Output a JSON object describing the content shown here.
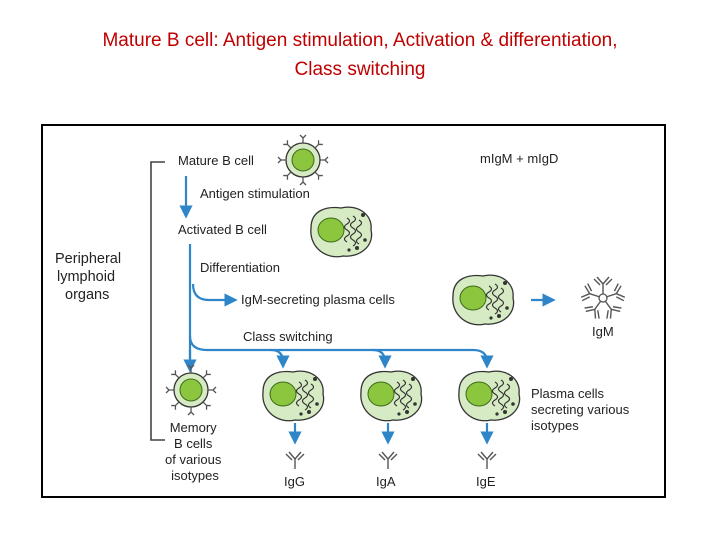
{
  "title": {
    "line1": "Mature B cell: Antigen stimulation, Activation & differentiation,",
    "line2": "Class switching"
  },
  "diagram": {
    "region_label": [
      "Peripheral",
      "lymphoid",
      "organs"
    ],
    "mature_b_cell": "Mature B cell",
    "membrane_ig": "mIgM + mIgD",
    "antigen_stimulation": "Antigen stimulation",
    "activated_b_cell": "Activated B cell",
    "differentiation": "Differentiation",
    "igm_plasma_cells": "IgM-secreting plasma cells",
    "igm": "IgM",
    "class_switching": "Class switching",
    "memory_b_cells": [
      "Memory",
      "B cells",
      "of various",
      "isotypes"
    ],
    "plasma_cells_various": [
      "Plasma cells",
      "secreting various",
      "isotypes"
    ],
    "igg": "IgG",
    "iga": "IgA",
    "ige": "IgE",
    "colors": {
      "arrow": "#2e86c9",
      "cell_fill": "#d6ebc4",
      "nucleus": "#8cc63f",
      "title": "#c00000"
    }
  }
}
